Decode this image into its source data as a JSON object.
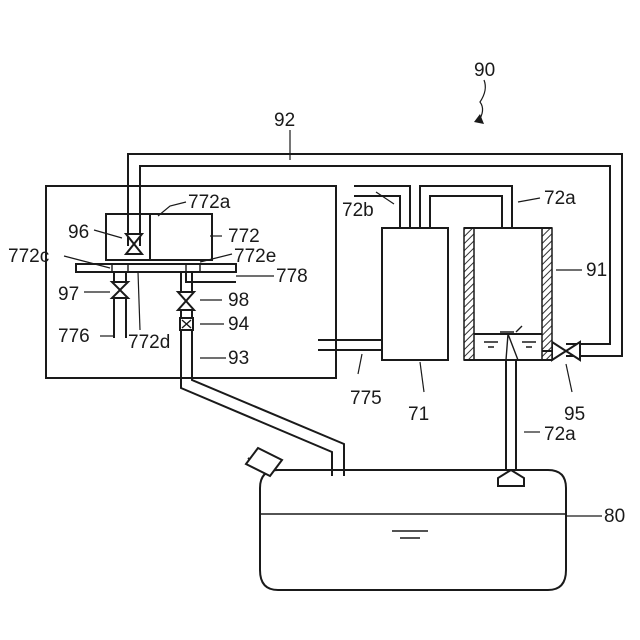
{
  "labels": {
    "system": "90",
    "return_pipe": "92",
    "block_772a": "772a",
    "block_772": "772",
    "valve_96": "96",
    "port_772c": "772c",
    "port_772e": "772e",
    "pipe_778": "778",
    "valve_97": "97",
    "valve_98": "98",
    "filter_94": "94",
    "pipe_776": "776",
    "port_772d": "772d",
    "line_93": "93",
    "pipe_72b": "72b",
    "pipe_72a_top": "72a",
    "canister_91": "91",
    "pipe_775": "775",
    "tank_71": "71",
    "valve_95": "95",
    "pipe_72a_bottom": "72a",
    "fuel_tank_80": "80"
  },
  "colors": {
    "line": "#1a1a1a",
    "background": "#ffffff",
    "hatch": "#444444"
  }
}
